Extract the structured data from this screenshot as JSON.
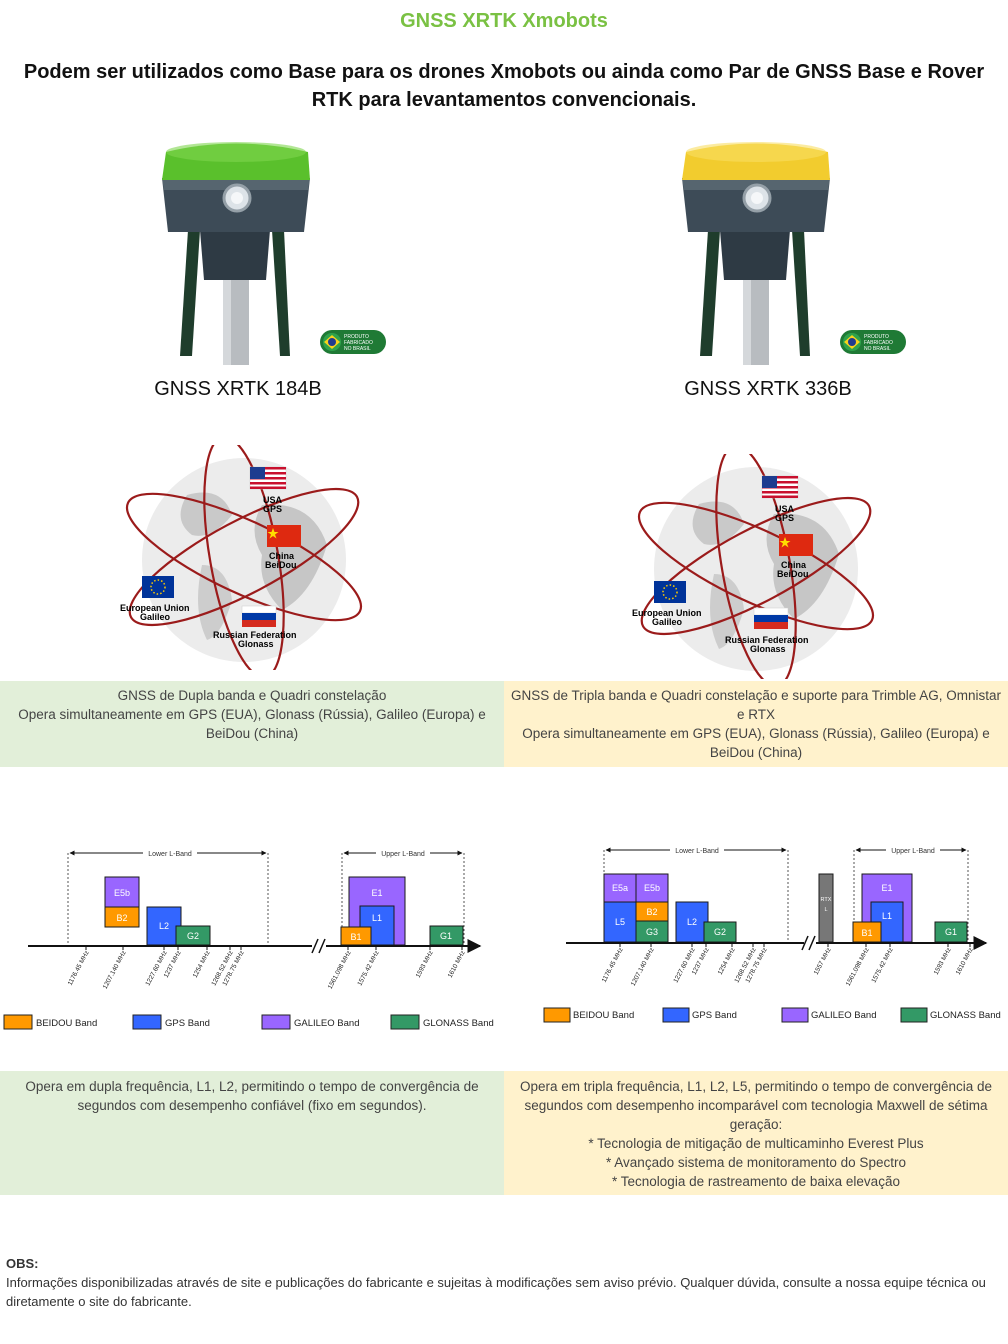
{
  "title": "GNSS XRTK Xmobots",
  "subtitle": "Podem ser utilizados como Base para os drones Xmobots ou ainda como Par de GNSS Base e Rover RTK para levantamentos convencionais.",
  "badge": {
    "line1": "PRODUTO",
    "line2": "FABRICADO",
    "line3": "NO BRASIL"
  },
  "colors": {
    "title": "#7ac143",
    "panel_left": "#e2efd9",
    "panel_right": "#fff2cc",
    "beidou": "#ff9900",
    "gps": "#3366ff",
    "galileo": "#9966ff",
    "glonass": "#339966"
  },
  "left": {
    "model": "GNSS XRTK 184B",
    "cap_color": "#5ac02c",
    "globe": {
      "usa": "USA",
      "gps": "GPS",
      "china": "China",
      "beidou": "BeiDou",
      "eu": "European Union",
      "galileo": "Galileo",
      "russia": "Russian Federation",
      "glonass": "Glonass"
    },
    "panel1": {
      "line1": "GNSS de Dupla banda e Quadri constelação",
      "line2": "Opera simultaneamente em GPS (EUA), Glonass (Rússia), Galileo (Europa) e BeiDou (China)"
    },
    "band_chart": {
      "lower_label": "Lower L-Band",
      "upper_label": "Upper L-Band",
      "blocks": {
        "e5b": "E5b",
        "b2": "B2",
        "l2": "L2",
        "g2": "G2",
        "e1": "E1",
        "l1": "L1",
        "b1": "B1",
        "g1": "G1"
      },
      "freqs": [
        "1176.45 MHz",
        "1207.140 MHz",
        "1227.60 MHz",
        "1237 MHz",
        "1254 MHz",
        "1268.52 MHz",
        "1278.75 MHz",
        "1561.098 MHz",
        "1575.42 MHz",
        "1593 MHz",
        "1610 MHz"
      ]
    },
    "legend": {
      "beidou": "BEIDOU Band",
      "gps": "GPS Band",
      "galileo": "GALILEO Band",
      "glonass": "GLONASS Band"
    },
    "panel2": {
      "line1": "Opera em dupla frequência, L1, L2, permitindo o tempo de convergência de segundos com desempenho confiável (fixo em segundos)."
    }
  },
  "right": {
    "model": "GNSS XRTK 336B",
    "cap_color": "#f2cc2e",
    "globe": {
      "usa": "USA",
      "gps": "GPS",
      "china": "China",
      "beidou": "BeiDou",
      "eu": "European Union",
      "galileo": "Galileo",
      "russia": "Russian Federation",
      "glonass": "Glonass"
    },
    "panel1": {
      "line1": "GNSS de Tripla banda e Quadri constelação e suporte para Trimble AG, Omnistar e RTX",
      "line2": "Opera simultaneamente em GPS (EUA), Glonass (Rússia), Galileo (Europa) e BeiDou (China)"
    },
    "band_chart": {
      "lower_label": "Lower L-Band",
      "upper_label": "Upper L-Band",
      "blocks": {
        "e5a": "E5a",
        "e5b": "E5b",
        "l5": "L5",
        "b2": "B2",
        "g3": "G3",
        "l2": "L2",
        "g2": "G2",
        "rtx": "RTX",
        "rtx_l": "L",
        "e1": "E1",
        "l1": "L1",
        "b1": "B1",
        "g1": "G1"
      },
      "freqs": [
        "1176.45 MHz",
        "1207.140 MHz",
        "1227.60 MHz",
        "1237 MHz",
        "1254 MHz",
        "1268.52 MHz",
        "1278.75 MHz",
        "1557 MHz",
        "1561.098 MHz",
        "1575.42 MHz",
        "1593 MHz",
        "1610 MHz"
      ]
    },
    "legend": {
      "beidou": "BEIDOU Band",
      "gps": "GPS Band",
      "galileo": "GALILEO Band",
      "glonass": "GLONASS Band"
    },
    "panel2": {
      "line1": "Opera em tripla frequência, L1, L2, L5, permitindo o tempo de convergência de segundos com desempenho incomparável com tecnologia Maxwell de sétima geração:",
      "line2": "* Tecnologia de mitigação de multicaminho  Everest Plus",
      "line3": "* Avançado sistema de monitoramento  do Spectro",
      "line4": "* Tecnologia de rastreamento de baixa elevação"
    }
  },
  "obs": {
    "label": "OBS",
    "text": "Informações disponibilizadas através de site e publicações do fabricante e sujeitas à modificações sem aviso prévio. Qualquer dúvida, consulte a nossa equipe técnica ou diretamente o site do fabricante."
  }
}
